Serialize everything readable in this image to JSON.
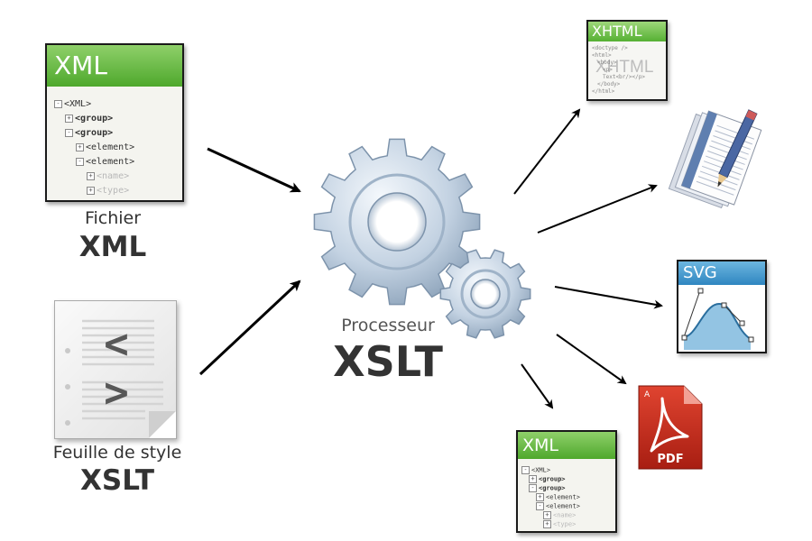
{
  "inputs": {
    "xml_file": {
      "icon_title": "XML",
      "tree": [
        "<XML>",
        "<group>",
        "<group>",
        "<element>",
        "<element>",
        "<name>",
        "<type>"
      ],
      "caption_small": "Fichier",
      "caption_big": "XML"
    },
    "xslt_sheet": {
      "icon_symbol": "< >",
      "caption_small": "Feuille de style",
      "caption_big": "XSLT"
    }
  },
  "processor": {
    "caption_small": "Processeur",
    "caption_big": "XSLT"
  },
  "outputs": {
    "xhtml": {
      "icon_title": "XHTML",
      "watermark": "XHTML",
      "code": [
        "<doctype />",
        "<html>",
        "<body>",
        "<p>",
        "Text<br/></p>",
        "</body>",
        "</html>"
      ]
    },
    "text_document": {
      "icon": "notepad-with-pencil-icon"
    },
    "svg": {
      "icon_title": "SVG"
    },
    "pdf": {
      "icon_label": "PDF"
    },
    "xml": {
      "icon_title": "XML",
      "tree": [
        "<XML>",
        "<group>",
        "<group>",
        "<element>",
        "<element>",
        "<name>",
        "<type>"
      ]
    }
  },
  "colors": {
    "xml_header": "#4ea82c",
    "svg_header": "#2f86c0",
    "pdf_red": "#c0281a",
    "gear": "#c8d6e4",
    "arrow": "#000000"
  }
}
